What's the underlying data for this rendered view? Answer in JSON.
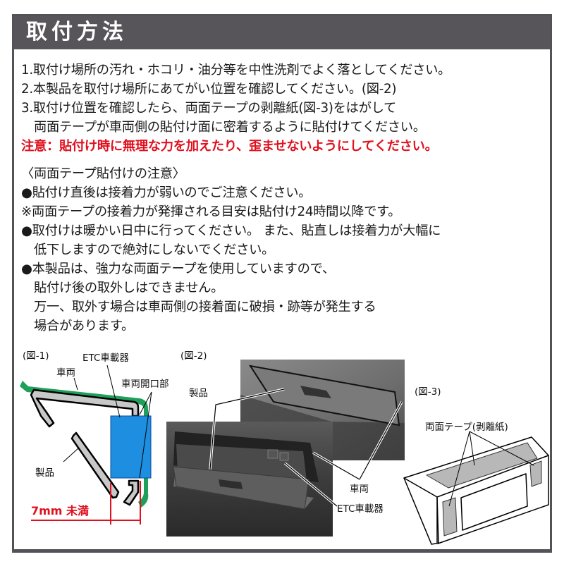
{
  "header": {
    "title": "取付方法"
  },
  "steps": [
    "1.取付け場所の汚れ・ホコリ・油分等を中性洗剤でよく落としてください。",
    "2.本製品を取付け場所にあてがい位置を確認してください。(図-2)",
    "3.取付け位置を確認したら、両面テープの剥離紙(図-3)をはがして",
    "　両面テープが車両側の貼付け面に密着するように貼付けてください。"
  ],
  "caution": "注意：貼付け時に無理な力を加えたり、歪ませないようにしてください。",
  "tape_notes": {
    "heading": "〈両面テープ貼付けの注意〉",
    "lines": [
      "●貼付け直後は接着力が弱いのでご注意ください。",
      "※両面テープの接着力が発揮される目安は貼付け24時間以降です。",
      "●取付けは暖かい日中に行ってください。 また、貼直しは接着力が大幅に",
      "　低下しますので絶対にしないでください。",
      "●本製品は、強力な両面テープを使用していますので、",
      "　貼付け後の取外しはできません。",
      "　万一、取外す場合は車両側の接着面に破損・跡等が発生する",
      "　場合があります。"
    ]
  },
  "figure1": {
    "caption": "(図-1)",
    "labels": {
      "etc_unit": "ETC車載器",
      "vehicle": "車両",
      "vehicle_opening": "車両開口部",
      "product": "製品"
    },
    "dimension": "7mm 未満",
    "colors": {
      "vehicle": "#1fa05a",
      "etc_unit": "#1e8fe0",
      "product": "#c8c8c8",
      "dimension": "#e0101e"
    }
  },
  "figure2": {
    "caption": "(図-2)",
    "labels": {
      "product": "製品",
      "vehicle": "車両",
      "etc_unit": "ETC車載器"
    }
  },
  "figure3": {
    "caption": "(図-3)",
    "labels": {
      "tape": "両面テープ(剥離紙)"
    }
  },
  "colors": {
    "header_bg": "#58555a",
    "caution_red": "#e0101e"
  }
}
